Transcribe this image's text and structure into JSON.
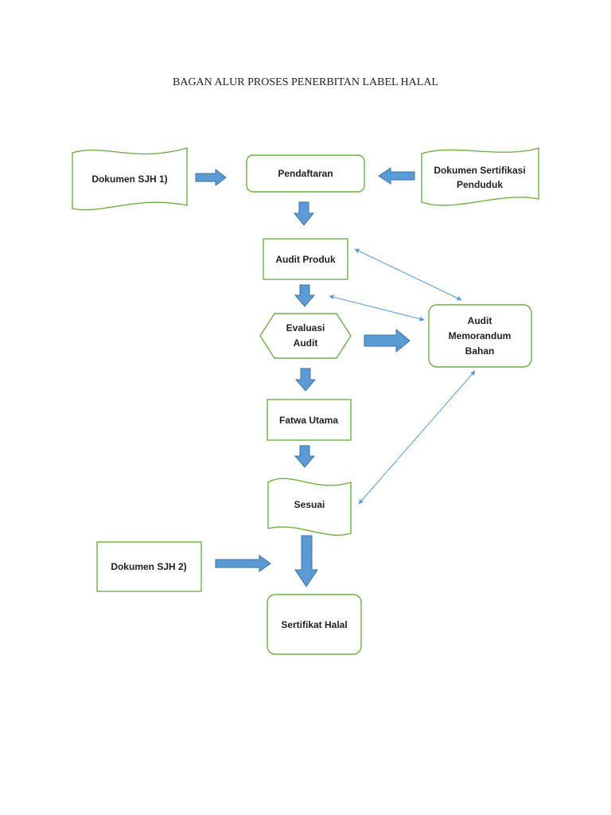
{
  "title": "BAGAN ALUR PROSES PENERBITAN LABEL HALAL",
  "colors": {
    "node_border": "#70ad47",
    "arrow_fill": "#5b9bd5",
    "arrow_stroke": "#41719c",
    "connector": "#5b9bd5"
  },
  "nodes": {
    "dokumen_sjh_1": "Dokumen SJH 1)",
    "pendaftaran": "Pendaftaran",
    "dokumen_sertifikasi": [
      "Dokumen Sertifikasi",
      "Penduduk"
    ],
    "audit_produk": "Audit Produk",
    "evaluasi_audit": [
      "Evaluasi",
      "Audit"
    ],
    "audit_memorandum": [
      "Audit",
      "Memorandum",
      "Bahan"
    ],
    "fatwa_utama": "Fatwa Utama",
    "sesuai": "Sesuai",
    "dokumen_sjh_2": "Dokumen SJH 2)",
    "sertifikat_halal": "Sertifikat Halal"
  }
}
